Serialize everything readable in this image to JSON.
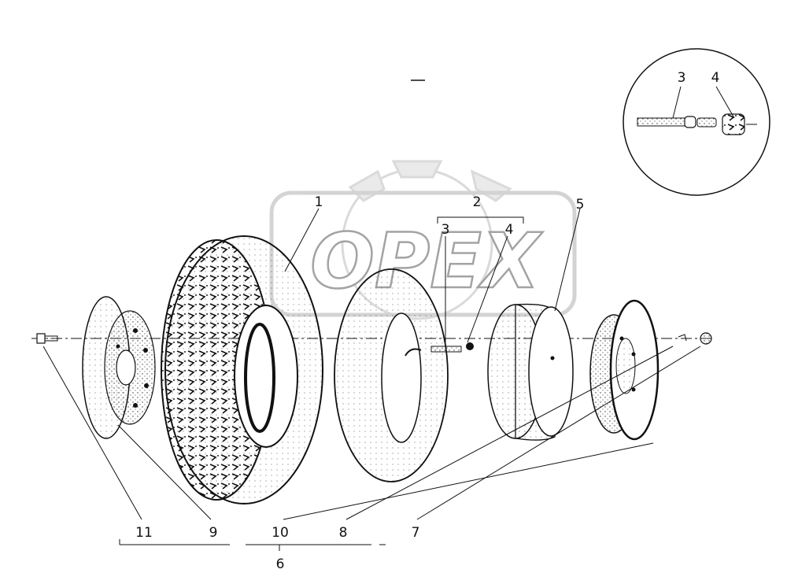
{
  "watermark": {
    "text": "OPEX"
  },
  "detail_callouts": {
    "left": "3",
    "right": "4"
  },
  "callouts": {
    "c1": "1",
    "c2": "2",
    "c3": "3",
    "c4": "4",
    "c5": "5",
    "c6": "6",
    "c7": "7",
    "c8": "8",
    "c9": "9",
    "c10": "10",
    "c11": "11"
  },
  "colors": {
    "ink": "#111111",
    "watermark": "#d0d0d0"
  },
  "parts": [
    "bolt-icon",
    "hub-disc",
    "tire",
    "inner-tube",
    "valve-stem",
    "rim",
    "wheel-disc",
    "lock-ring",
    "nut-icon",
    "valve-cap"
  ]
}
